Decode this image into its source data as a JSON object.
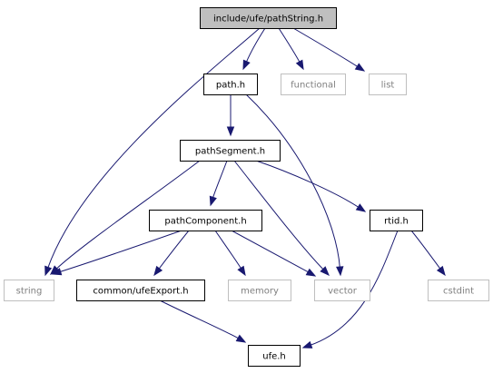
{
  "nodes": [
    {
      "id": "root",
      "label": "include/ufe/pathString.h",
      "style": "root"
    },
    {
      "id": "path_h",
      "label": "path.h",
      "style": "internal"
    },
    {
      "id": "functional",
      "label": "functional",
      "style": "external"
    },
    {
      "id": "list",
      "label": "list",
      "style": "external"
    },
    {
      "id": "pathSegment_h",
      "label": "pathSegment.h",
      "style": "internal"
    },
    {
      "id": "pathComponent_h",
      "label": "pathComponent.h",
      "style": "internal"
    },
    {
      "id": "rtid_h",
      "label": "rtid.h",
      "style": "internal"
    },
    {
      "id": "string",
      "label": "string",
      "style": "external"
    },
    {
      "id": "ufeExport_h",
      "label": "common/ufeExport.h",
      "style": "internal"
    },
    {
      "id": "memory",
      "label": "memory",
      "style": "external"
    },
    {
      "id": "vector",
      "label": "vector",
      "style": "external"
    },
    {
      "id": "cstdint",
      "label": "cstdint",
      "style": "external"
    },
    {
      "id": "ufe_h",
      "label": "ufe.h",
      "style": "internal"
    }
  ],
  "edges": [
    {
      "from": "root",
      "to": "path_h"
    },
    {
      "from": "root",
      "to": "functional"
    },
    {
      "from": "root",
      "to": "list"
    },
    {
      "from": "root",
      "to": "string"
    },
    {
      "from": "path_h",
      "to": "pathSegment_h"
    },
    {
      "from": "path_h",
      "to": "vector"
    },
    {
      "from": "pathSegment_h",
      "to": "pathComponent_h"
    },
    {
      "from": "pathSegment_h",
      "to": "rtid_h"
    },
    {
      "from": "pathSegment_h",
      "to": "string"
    },
    {
      "from": "pathSegment_h",
      "to": "vector"
    },
    {
      "from": "pathComponent_h",
      "to": "string"
    },
    {
      "from": "pathComponent_h",
      "to": "ufeExport_h"
    },
    {
      "from": "pathComponent_h",
      "to": "memory"
    },
    {
      "from": "pathComponent_h",
      "to": "vector"
    },
    {
      "from": "ufeExport_h",
      "to": "ufe_h"
    },
    {
      "from": "rtid_h",
      "to": "ufe_h"
    },
    {
      "from": "rtid_h",
      "to": "cstdint"
    }
  ],
  "colors": {
    "edge": "#191970",
    "root_fill": "#bfbfbf",
    "root_border": "#000000",
    "internal_border": "#000000",
    "external_border": "#bfbfbf",
    "internal_text": "#000000",
    "external_text": "#7f7f7f"
  }
}
